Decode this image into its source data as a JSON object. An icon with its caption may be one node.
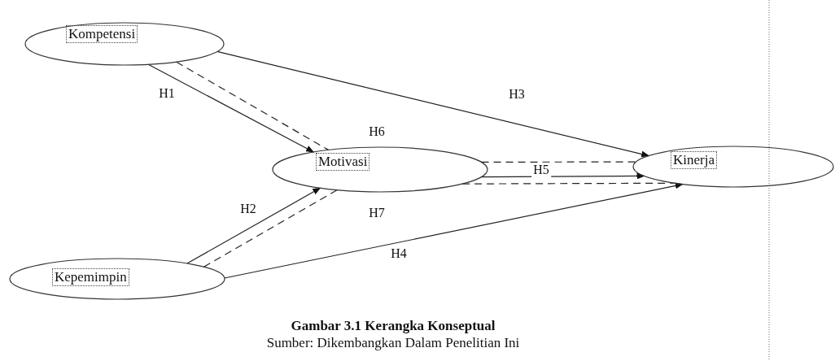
{
  "diagram": {
    "caption": "Gambar 3.1 Kerangka Konseptual",
    "nodes": [
      {
        "text": [
          "Kompetensi"
        ]
      },
      {
        "text": [
          "Motivasi"
        ]
      },
      {
        "text": [
          "Kinerja"
        ]
      },
      {
        "text": [
          "Kepemimpin"
        ]
      }
    ],
    "edges": [
      {
        "from": 0,
        "to": 1,
        "arrow": "to",
        "label": "H1"
      },
      {
        "from": 0,
        "to": 2,
        "arrow": "to",
        "label": "H3"
      },
      {
        "from": 3,
        "to": 1,
        "arrow": "to",
        "label": "H2"
      },
      {
        "from": 3,
        "to": 2,
        "arrow": "to",
        "label": "H4"
      },
      {
        "from": 1,
        "to": 2,
        "arrow": "to",
        "label": "H5"
      },
      {
        "from": 0,
        "to": 1,
        "arrow": "none",
        "style": "dashed"
      },
      {
        "from": 1,
        "to": 2,
        "arrow": "none",
        "style": "dashed"
      },
      {
        "from": 3,
        "to": 1,
        "arrow": "none",
        "style": "dashed"
      },
      {
        "from": 1,
        "to": 2,
        "arrow": "none",
        "style": "dashed"
      }
    ],
    "labels": [
      "H6",
      "H7",
      "Sumber: Dikembangkan Dalam Penelitian Ini"
    ]
  }
}
